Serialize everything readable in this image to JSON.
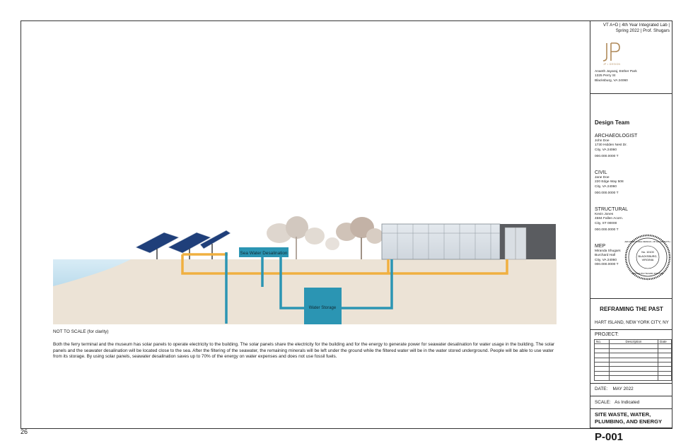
{
  "caption": "NOT TO SCALE (for clarity)",
  "description": "Both the ferry terminal and the museum has solar panels to operate electricity to the building. The solar panels share the electricity for the building and for the energy to generate power for seawater desalination for water usage in the building. The solar panels and the seawater desalination will be located close to the sea. After the filtering of the seawater, the remaining minerals will be left under the ground while the filtered water will be in the water stored underground. People will be able to use water from its storage. By using solar panels, seawater desalination saves up to 70% of the energy on water expenses and does not use fossil fuels.",
  "page_number": "26",
  "diagram": {
    "labels": {
      "desalination": "Sea Water Desalination",
      "storage": "Water Storage"
    },
    "colors": {
      "water_pipe": "#2b95b3",
      "power_line": "#f0b040",
      "ground": "#ece3d6",
      "sea": "#cfe6f2"
    }
  },
  "title_block": {
    "header": "VT A+D | 4th Year Integrated Lab | Spring 2022 | Prof. Shugars",
    "logo_text": "JP",
    "logo_sub": "JP • DESIGN",
    "firm": [
      "Ananth Jayaraj, Esther Park",
      "1325 Perry St",
      "Blacksburg, VA 24060"
    ],
    "design_team_title": "Design Team",
    "team": [
      {
        "role": "ARCHAEOLOGIST",
        "name": "John Doe",
        "addr1": "1730 Hidden Nest Dr.",
        "addr2": "City, VA 24060",
        "phone": "000.000.0000 T"
      },
      {
        "role": "CIVIL",
        "name": "Jane Doe",
        "addr1": "220 Edge Way 508",
        "addr2": "City, VA 24060",
        "phone": "000.000.0000 T"
      },
      {
        "role": "STRUCTURAL",
        "name": "Kevin Jones",
        "addr1": "4584 Fallen Acorn.",
        "addr2": "City, ST 00000",
        "phone": "000.000.0000 T"
      },
      {
        "role": "MEP",
        "name": "Miranda Shugars",
        "addr1": "Burchard Hall",
        "addr2": "City, VA 24060",
        "phone": "000.000.0000 T"
      }
    ],
    "seal": {
      "ring": "ARCHITECTURAL DESIGN • JP ARCHITECTS •",
      "line1": "No. 10100",
      "line2": "BLACKSBURG,",
      "line3": "VIRGINIA",
      "bottom": "VIRGINIA POLYTECHNIC INSTITUTE"
    },
    "project_name": "REFRAMING THE PAST",
    "project_location": "HART ISLAND, NEW YORK CITY, NY",
    "project_label": "PROJECT:",
    "rev_headers": [
      "No.",
      "Description",
      "Date"
    ],
    "date_label": "DATE:",
    "date_value": "MAY 2022",
    "scale_label": "SCALE:",
    "scale_value": "As Indicated",
    "sheet_title": "SITE WASTE, WATER, PLUMBING, AND ENERGY",
    "sheet_number": "P-001"
  }
}
